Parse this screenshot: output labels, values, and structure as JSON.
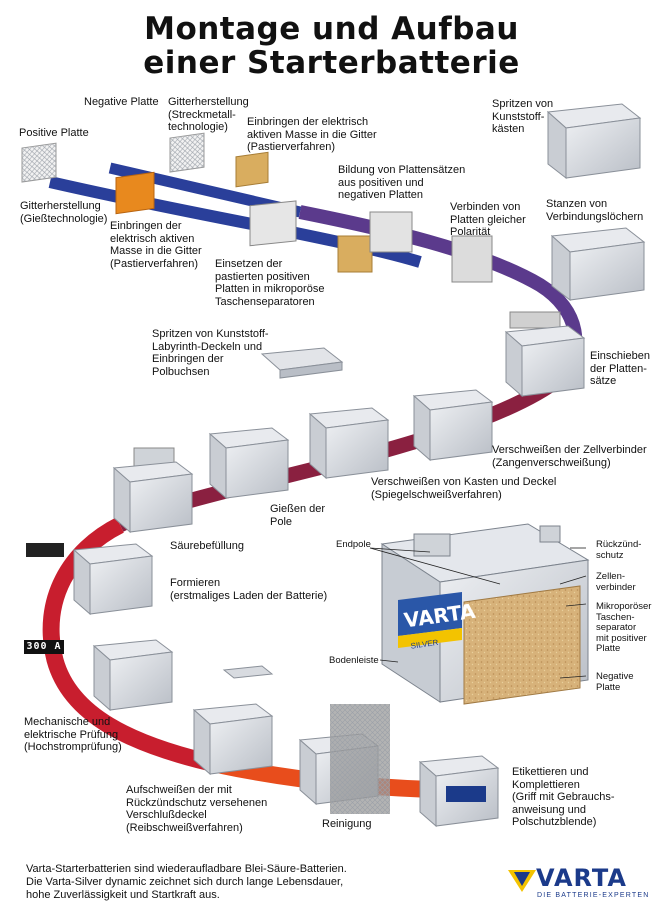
{
  "title_line1": "Montage und Aufbau",
  "title_line2": "einer Starterbatterie",
  "colors": {
    "track_blue": "#2a3f9a",
    "track_purple": "#5b3a8c",
    "track_maroon": "#8a2040",
    "track_red": "#c81e2e",
    "track_orange": "#e84d1c",
    "brand_blue": "#1b3a8a",
    "brand_yellow": "#f3c300"
  },
  "labels": {
    "positive_plate": "Positive Platte",
    "negative_plate": "Negative Platte",
    "grid_stretch": "Gitterherstellung\n(Streckmetall-\ntechnologie)",
    "paste_upper": "Einbringen der elektrisch\naktiven Masse in die Gitter\n(Pastierverfahren)",
    "grid_cast": "Gitterherstellung\n(Gießtechnologie)",
    "paste_lower": "Einbringen der\nelektrisch aktiven\nMasse in die Gitter\n(Pastierverfahren)",
    "insert_separator": "Einsetzen der\npastierten positiven\nPlatten in mikroporöse\nTaschenseparatoren",
    "plate_sets": "Bildung von Plattensätzen\naus positiven und\nnegativen Platten",
    "connect_plates": "Verbinden von\nPlatten gleicher\nPolarität",
    "spray_case": "Spritzen von\nKunststoff-\nkästen",
    "punch_holes": "Stanzen von\nVerbindungslöchern",
    "insert_plates": "Einschieben\nder Platten-\nsätze",
    "weld_cells": "Verschweißen der Zellverbinder\n(Zangenverschweißung)",
    "weld_case_lid": "Verschweißen von Kasten und Deckel\n(Spiegelschweißverfahren)",
    "spray_lids": "Spritzen von Kunststoff-\nLabyrinth-Deckeln und\nEinbringen der\nPolbuchsen",
    "cast_poles": "Gießen der\nPole",
    "acid_fill": "Säurebefüllung",
    "forming": "Formieren\n(erstmaliges Laden der Batterie)",
    "testing": "Mechanische und\nelektrische Prüfung\n(Hochstromprüfung)",
    "weld_plugs": "Aufschweißen der mit\nRückzündschutz versehenen\nVerschlußdeckel\n(Reibschweißverfahren)",
    "cleaning": "Reinigung",
    "labeling": "Etikettieren und\nKomplettieren\n(Griff mit Gebrauchs-\nanweisung und\nPolschutzblende)"
  },
  "callouts": {
    "endpole": "Endpole",
    "backfire": "Rückzünd-\nschutz",
    "cell_connector": "Zellen-\nverbinder",
    "separator": "Mikroporöser\nTaschen-\nseparator\nmit positiver\nPlatte",
    "bottom_rail": "Bodenleiste",
    "neg_plate": "Negative\nPlatte"
  },
  "badges": {
    "current": "300 A"
  },
  "battery_brand": "VARTA",
  "battery_model": "SILVER",
  "footer": "Varta-Starterbatterien sind wiederaufladbare Blei-Säure-Batterien.\nDie Varta-Silver dynamic zeichnet sich durch lange Lebensdauer,\nhohe Zuverlässigkeit und Startkraft aus.",
  "brand": {
    "name": "VARTA",
    "slogan": "DIE BATTERIE-EXPERTEN"
  }
}
